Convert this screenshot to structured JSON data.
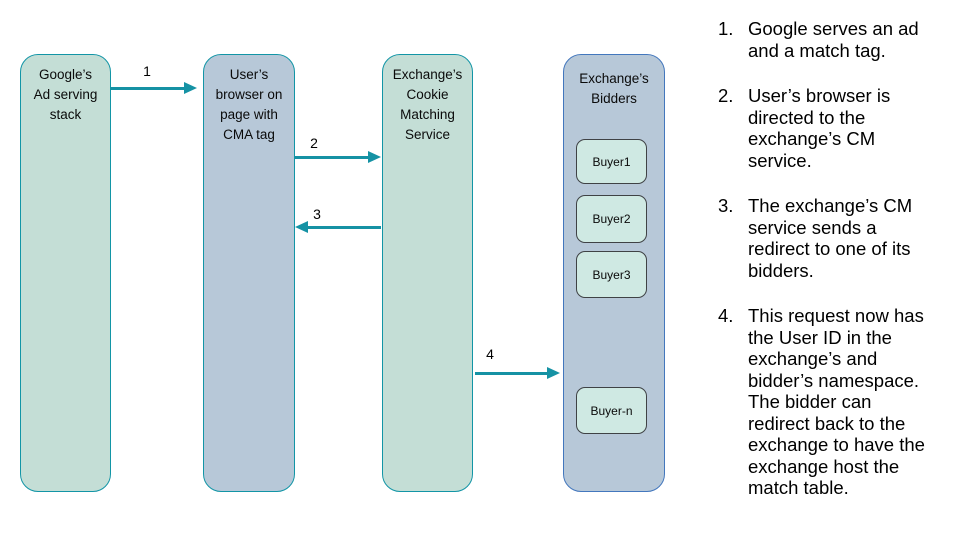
{
  "colors": {
    "green_box_fill": "#c4ded6",
    "blue_box_fill": "#b7c8d8",
    "teal_border": "#1295a6",
    "blue_border": "#4377bd",
    "buyer_fill": "#cfe9e3",
    "buyer_border": "#3f4245",
    "arrow": "#1592a4",
    "text": "#000000",
    "background": "#ffffff"
  },
  "diagram": {
    "google_box": {
      "label": "Google’s\nAd serving\nstack"
    },
    "browser_box": {
      "label": "User’s\nbrowser on\npage with\nCMA tag"
    },
    "cm_box": {
      "label": "Exchange’s\nCookie\nMatching\nService"
    },
    "bidders_box": {
      "title": "Exchange’s\nBidders",
      "buyers": [
        "Buyer1",
        "Buyer2",
        "Buyer3",
        "Buyer-n"
      ]
    },
    "arrows": [
      {
        "num": "1",
        "from": "google_box",
        "to": "browser_box"
      },
      {
        "num": "2",
        "from": "browser_box",
        "to": "cm_box"
      },
      {
        "num": "3",
        "from": "cm_box",
        "to": "browser_box"
      },
      {
        "num": "4",
        "from": "cm_box",
        "to": "bidders_box"
      }
    ]
  },
  "steps": [
    {
      "num": "1.",
      "text": "Google serves an ad and a match tag."
    },
    {
      "num": "2.",
      "text": "User’s browser is directed to the exchange’s CM service."
    },
    {
      "num": "3.",
      "text": "The exchange’s CM service sends a redirect to one of its bidders."
    },
    {
      "num": "4.",
      "text": "This request now has the User ID in the exchange’s and bidder’s namespace. The bidder can redirect back to the exchange to have the exchange host the match table."
    }
  ]
}
